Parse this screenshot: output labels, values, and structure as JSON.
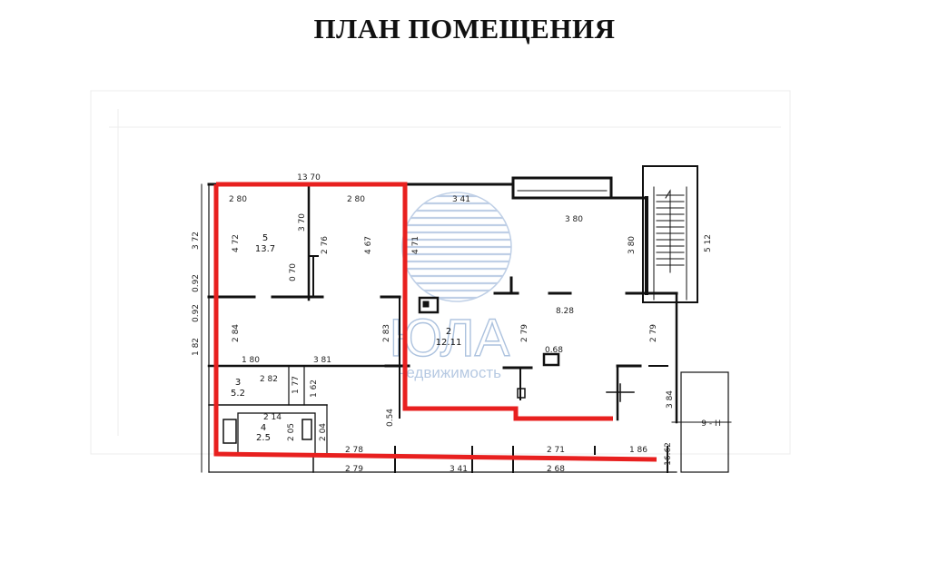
{
  "title": "ПЛАН ПОМЕЩЕНИЯ",
  "colors": {
    "highlight": "#e8201f",
    "wall": "#111111",
    "watermark": "#4a79b8",
    "faint": "#e6e6e6"
  },
  "dimensions": {
    "overall_top": "13 70",
    "top_left_1": "2 80",
    "top_left_2": "2 80",
    "top_mid": "3 41",
    "room_right_width": "3 80",
    "right_room_depth": "8.28",
    "left_height_1": "3 72",
    "left_height_2": "1 82",
    "left_small_1": "0.92",
    "left_small_2": "0.92",
    "r5_h1": "4 72",
    "r5_h2": "3 70",
    "r5_h3": "2 76",
    "r5_door": "0 70",
    "corr_h": "4 67",
    "hall_h": "4 71",
    "stair_depth": "3 80",
    "stair_right": "5 12",
    "mid_h1": "2 84",
    "mid_h2": "2 83",
    "mid_w1": "1 80",
    "mid_w2": "3 81",
    "mid_w3": "2 82",
    "small_h1": "1 77",
    "small_h2": "1 62",
    "wc_w": "2 14",
    "wc_h1": "2 05",
    "wc_h2": "2 04",
    "col_small": "0.54",
    "area_small": "0.68",
    "hall_h2": "2 79",
    "right_h": "2 79",
    "right_h2": "3 84",
    "bottom_1": "2 78",
    "bottom_2": "2 71",
    "bottom_3": "1 86",
    "base_1": "2 79",
    "base_2": "3 41",
    "base_3": "2 68",
    "right_edge": "16.62",
    "axis_label": "9 - H"
  },
  "rooms": {
    "r5_num": "5",
    "r5_area": "13.7",
    "r2_num": "2",
    "r2_area": "12.11",
    "r3_num": "3",
    "r3_area": "5.2",
    "r4_num": "4",
    "r4_area": "2.5"
  },
  "watermark": {
    "brand": "ЮЛА",
    "subtitle": "недвижимость"
  }
}
